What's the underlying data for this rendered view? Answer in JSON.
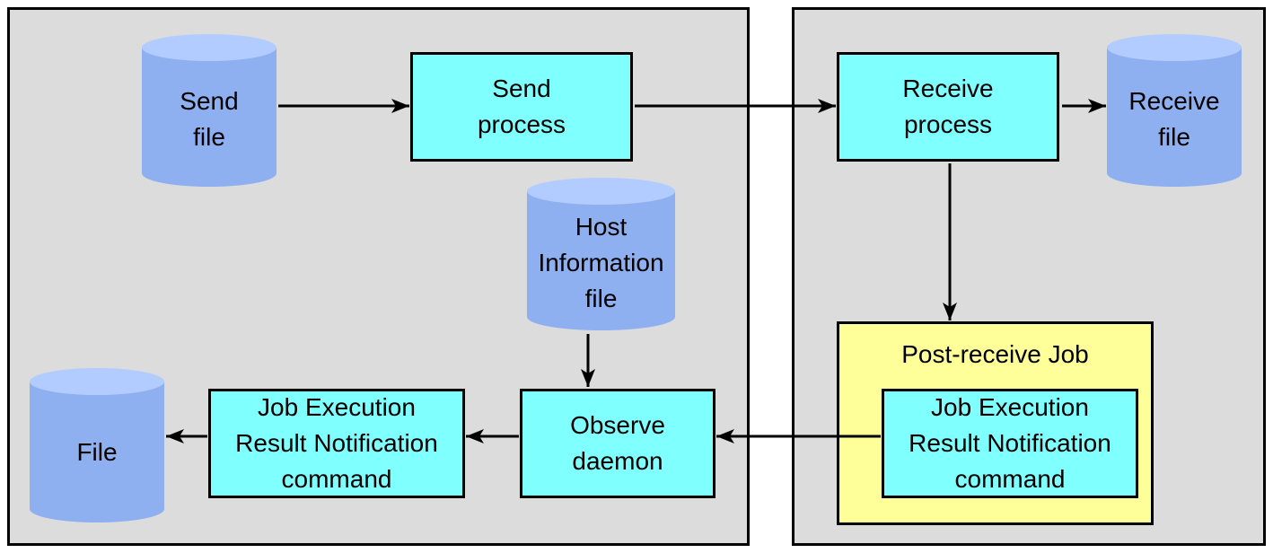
{
  "colors": {
    "panel": "#dcdcdc",
    "process": "#80ffff",
    "job": "#ffff99",
    "database": "#8fb0f0",
    "line": "#000000"
  },
  "nodes": {
    "send_file": {
      "lines": [
        "Send",
        "file"
      ],
      "shape": "database"
    },
    "send_process": {
      "lines": [
        "Send",
        "process"
      ],
      "shape": "process"
    },
    "receive_process": {
      "lines": [
        "Receive",
        "process"
      ],
      "shape": "process"
    },
    "receive_file": {
      "lines": [
        "Receive",
        "file"
      ],
      "shape": "database"
    },
    "host_info_file": {
      "lines": [
        "Host",
        "Information",
        "file"
      ],
      "shape": "database"
    },
    "post_receive_job": {
      "title": "Post-receive Job",
      "shape": "container"
    },
    "job_notify_right": {
      "lines": [
        "Job Execution",
        "Result Notification",
        "command"
      ],
      "shape": "process"
    },
    "observe_daemon": {
      "lines": [
        "Observe",
        "daemon"
      ],
      "shape": "process"
    },
    "job_notify_left": {
      "lines": [
        "Job Execution",
        "Result Notification",
        "command"
      ],
      "shape": "process"
    },
    "file": {
      "lines": [
        "File"
      ],
      "shape": "database"
    }
  },
  "edges": [
    {
      "from": "send_file",
      "to": "send_process"
    },
    {
      "from": "send_process",
      "to": "receive_process"
    },
    {
      "from": "receive_process",
      "to": "receive_file"
    },
    {
      "from": "receive_process",
      "to": "post_receive_job"
    },
    {
      "from": "host_info_file",
      "to": "observe_daemon"
    },
    {
      "from": "job_notify_right",
      "to": "observe_daemon"
    },
    {
      "from": "observe_daemon",
      "to": "job_notify_left"
    },
    {
      "from": "job_notify_left",
      "to": "file"
    }
  ]
}
